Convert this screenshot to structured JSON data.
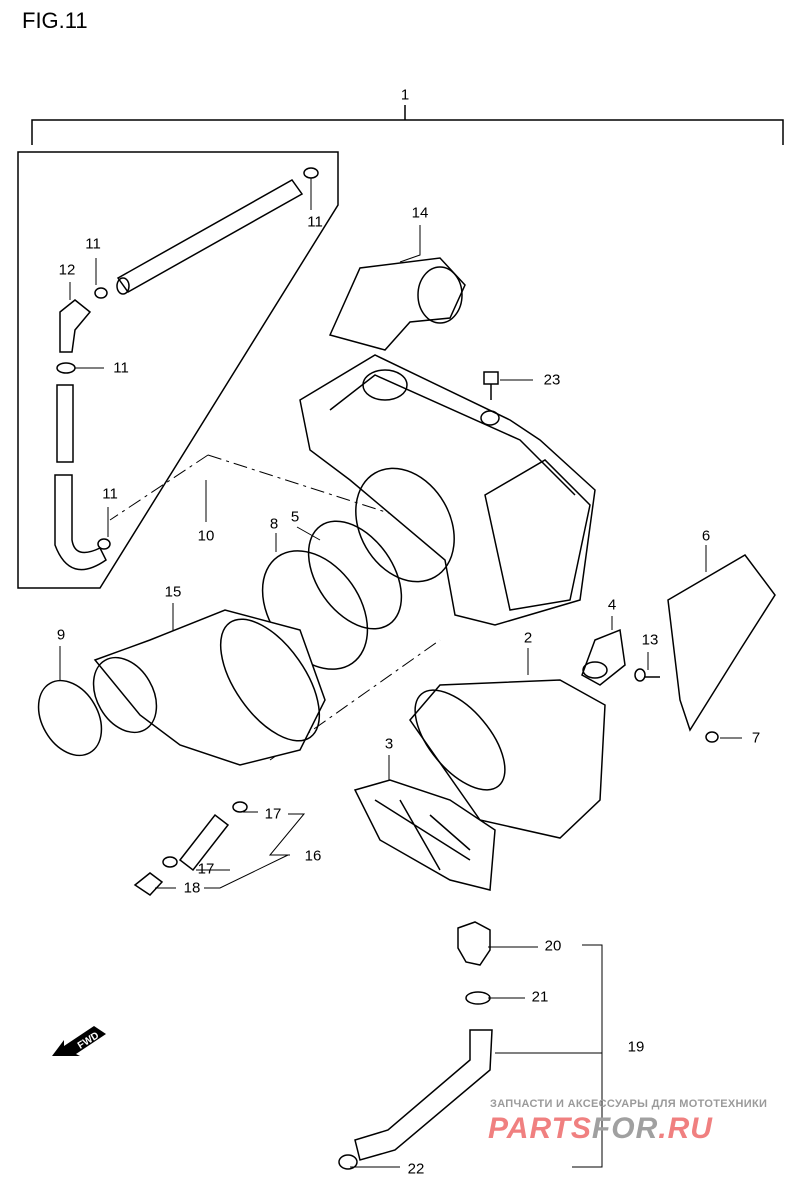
{
  "figure": {
    "title": "FIG.11"
  },
  "callouts": {
    "c1": "1",
    "c2": "2",
    "c3": "3",
    "c4": "4",
    "c5": "5",
    "c6": "6",
    "c7": "7",
    "c8": "8",
    "c9": "9",
    "c10": "10",
    "c11a": "11",
    "c11b": "11",
    "c11c": "11",
    "c11d": "11",
    "c12": "12",
    "c13": "13",
    "c14": "14",
    "c15": "15",
    "c16": "16",
    "c17a": "17",
    "c17b": "17",
    "c18": "18",
    "c19": "19",
    "c20": "20",
    "c21": "21",
    "c22": "22",
    "c23": "23"
  },
  "fwd_arrow": {
    "label": "FWD"
  },
  "watermark": {
    "tagline": "ЗАПЧАСТИ И АКСЕССУАРЫ ДЛЯ МОТОТЕХНИКИ",
    "logo_part1": "PARTS",
    "logo_part2": "FOR",
    "logo_part3": ".RU"
  }
}
